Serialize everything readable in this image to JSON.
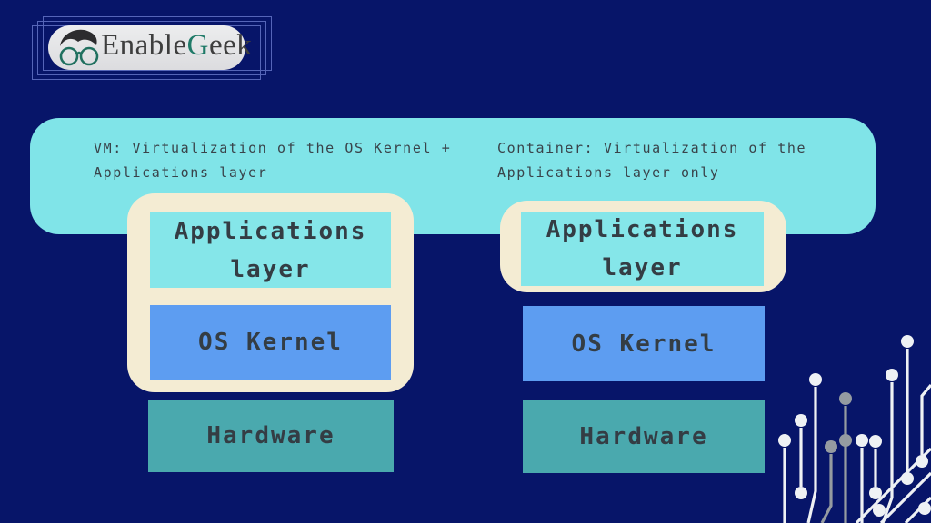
{
  "logo": {
    "text_enable": "Enable",
    "text_g": "G",
    "text_eek": "eek",
    "icon": "geek-glasses-icon"
  },
  "banner": {
    "vm_caption_line1": "VM: Virtualization of the OS Kernel +",
    "vm_caption_line2": "Applications layer",
    "container_caption_line1": "Container: Virtualization of the",
    "container_caption_line2": "Applications layer only"
  },
  "vm_column": {
    "virtualized_layers": [
      {
        "label": "Applications layer"
      },
      {
        "label": "OS Kernel"
      }
    ],
    "base_layers": [
      {
        "label": "Hardware"
      }
    ]
  },
  "container_column": {
    "virtualized_layers": [
      {
        "label": "Applications layer"
      }
    ],
    "base_layers": [
      {
        "label": "OS Kernel"
      },
      {
        "label": "Hardware"
      }
    ]
  },
  "colors": {
    "background_navy": "#071569",
    "banner_cyan": "#80e4e8",
    "virtualized_wrapper_cream": "#f4ecd3",
    "applications_box_cyan": "#85e6e9",
    "os_kernel_box_blue": "#5d9df1",
    "hardware_box_teal": "#4aa9ae",
    "label_text": "#343d44",
    "logo_accent_teal": "#1f7a68",
    "frame_blue": "#5565b8",
    "circuit_white": "#eef1f4",
    "circuit_gray": "#959ba1"
  },
  "decorations": {
    "circuit_board": "circuit-traces-bottom-right"
  }
}
